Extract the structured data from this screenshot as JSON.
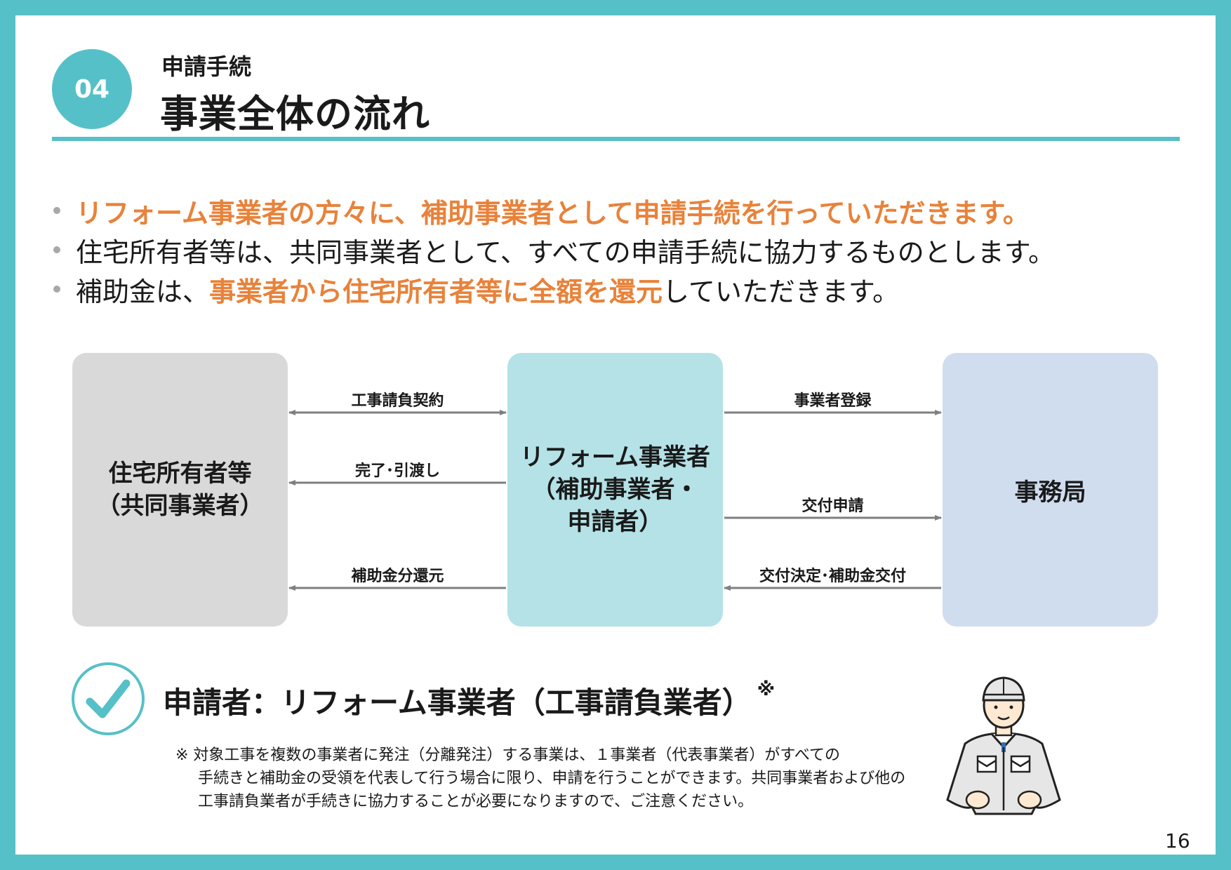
{
  "header": {
    "section_number": "04",
    "section_label": "申請手続",
    "title": "事業全体の流れ"
  },
  "bullets": [
    {
      "segments": [
        {
          "text": "リフォーム事業者の方々に、補助事業者として申請手続を行っていただきます。",
          "highlight": true
        }
      ]
    },
    {
      "segments": [
        {
          "text": "住宅所有者等は、共同事業者として、すべての申請手続に協力するものとします。",
          "highlight": false
        }
      ]
    },
    {
      "segments": [
        {
          "text": "補助金は、",
          "highlight": false
        },
        {
          "text": "事業者から住宅所有者等に全額を還元",
          "highlight": true
        },
        {
          "text": "していただきます。",
          "highlight": false
        }
      ]
    }
  ],
  "diagram": {
    "nodes": {
      "owner": {
        "line1": "住宅所有者等",
        "line2": "（共同事業者）"
      },
      "reform": {
        "line1": "リフォーム事業者",
        "line2": "（補助事業者・",
        "line3": "申請者）"
      },
      "office": {
        "line1": "事務局"
      }
    },
    "arrows": {
      "contract": "工事請負契約",
      "handover": "完了･引渡し",
      "refund": "補助金分還元",
      "registration": "事業者登録",
      "application": "交付申請",
      "decision": "交付決定･補助金交付"
    },
    "colors": {
      "owner_box": "#d9d9d9",
      "reform_box": "#b4e2e7",
      "office_box": "#d0ddef",
      "arrow": "#7f7f7f"
    }
  },
  "applicant": {
    "title": "申請者：リフォーム事業者（工事請負業者）",
    "mark": "※",
    "note_lines": [
      "※  対象工事を複数の事業者に発注（分離発注）する事業は、１事業者（代表事業者）がすべての",
      "手続きと補助金の受領を代表して行う場合に限り、申請を行うことができます。共同事業者および他の",
      "工事請負業者が手続きに協力することが必要になりますので、ご注意ください。"
    ]
  },
  "page_number": "16",
  "colors": {
    "accent": "#56c0c8",
    "highlight": "#e8823a"
  }
}
